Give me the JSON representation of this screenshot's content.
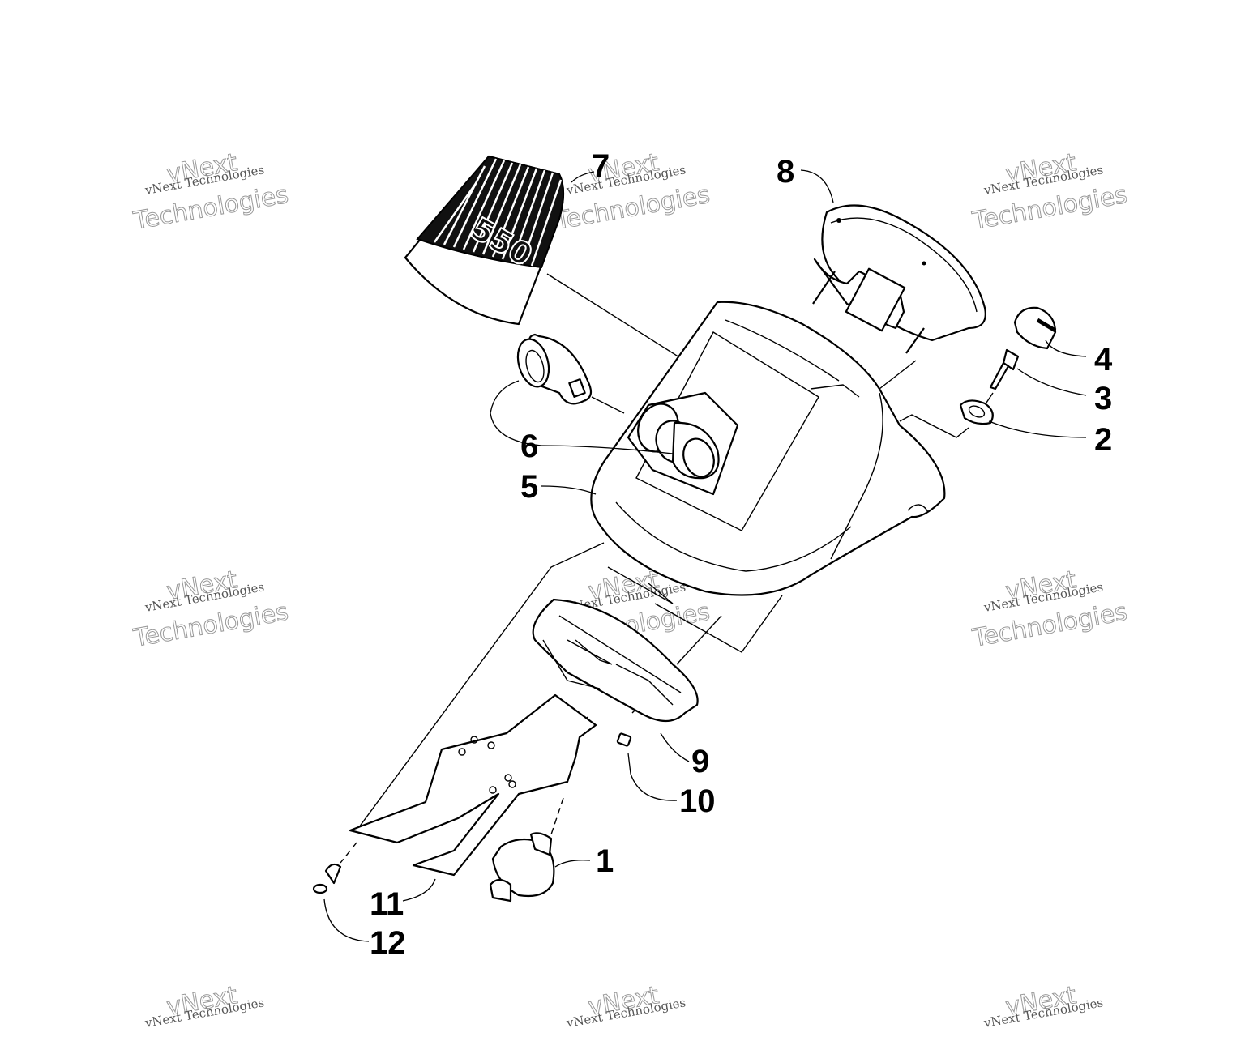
{
  "callouts": [
    {
      "id": "1",
      "label": "1"
    },
    {
      "id": "2",
      "label": "2"
    },
    {
      "id": "3",
      "label": "3"
    },
    {
      "id": "4",
      "label": "4"
    },
    {
      "id": "5",
      "label": "5"
    },
    {
      "id": "6",
      "label": "6"
    },
    {
      "id": "7",
      "label": "7"
    },
    {
      "id": "8",
      "label": "8"
    },
    {
      "id": "9",
      "label": "9"
    },
    {
      "id": "10",
      "label": "10"
    },
    {
      "id": "11",
      "label": "11"
    },
    {
      "id": "12",
      "label": "12"
    }
  ],
  "decal_text": "550",
  "watermark": {
    "line1": "vNext Technologies",
    "line2": "vNext",
    "line3": "Technologies"
  }
}
